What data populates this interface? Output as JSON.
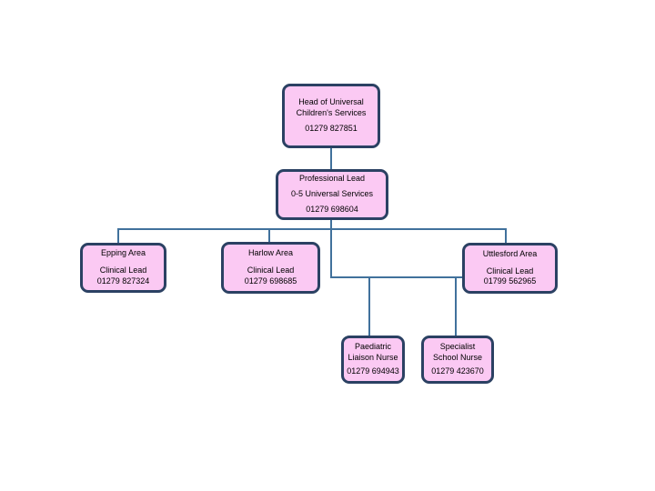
{
  "diagram": {
    "colors": {
      "node_fill": "#fbc9f3",
      "node_border": "#2b4163",
      "connector": "#41719c",
      "text": "#000000",
      "background": "#ffffff"
    },
    "nodes": {
      "head": {
        "title": "Head of Universal\nChildren's Services",
        "phone": "01279 827851"
      },
      "professional_lead": {
        "title": "Professional Lead",
        "subtitle": "0-5 Universal Services",
        "phone": "01279 698604"
      },
      "epping": {
        "title": "Epping Area",
        "subtitle": "Clinical Lead",
        "phone": "01279 827324"
      },
      "harlow": {
        "title": "Harlow  Area",
        "subtitle": "Clinical Lead",
        "phone": "01279 698685"
      },
      "uttlesford": {
        "title": "Uttlesford Area",
        "subtitle": "Clinical Lead",
        "phone": "01799 562965"
      },
      "paediatric_liaison": {
        "title": "Paediatric\nLiaison Nurse",
        "phone": "01279 694943"
      },
      "specialist_school": {
        "title": "Specialist\nSchool Nurse",
        "phone": "01279 423670"
      }
    }
  }
}
